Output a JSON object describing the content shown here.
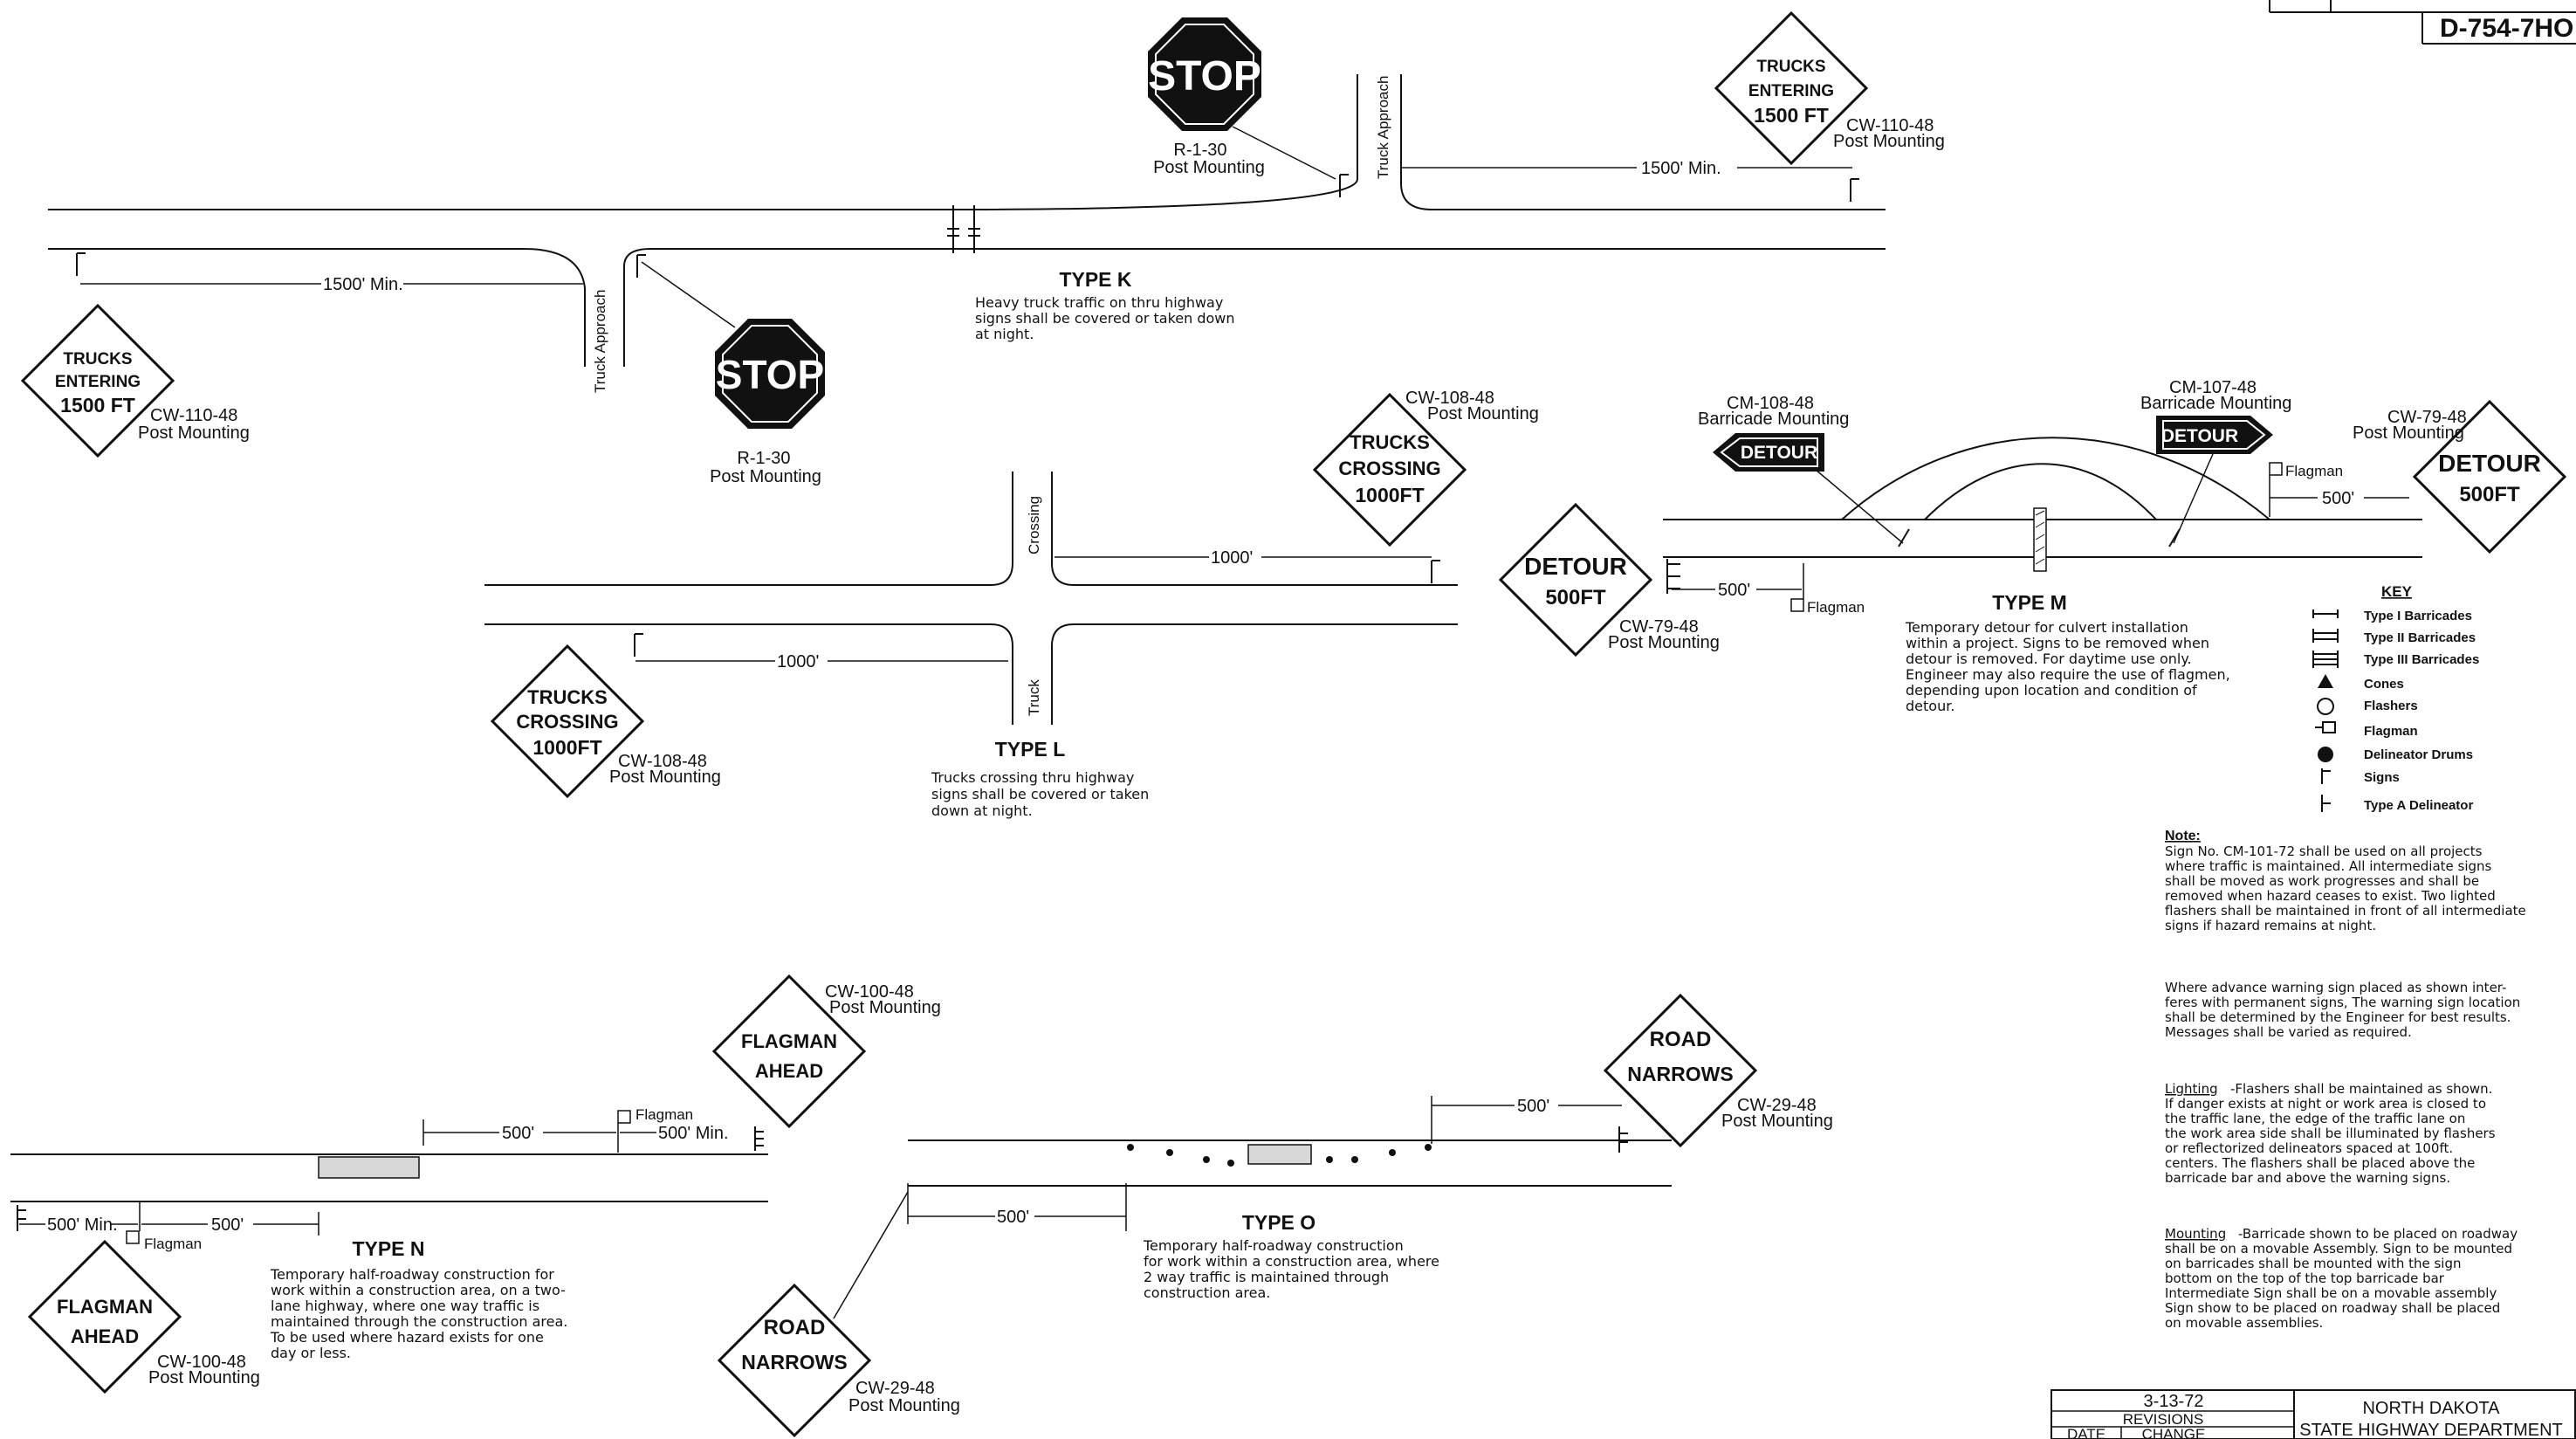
{
  "drawing_no": "D-754-7HO",
  "type_k": {
    "title": "TYPE K",
    "note_lines": [
      "Heavy truck traffic on thru highway",
      "signs shall be covered or taken down",
      "at night."
    ],
    "stop_sign": "STOP",
    "stop_code": "R-1-30",
    "post_mounting": "Post Mounting",
    "trucks_sign": [
      "TRUCKS",
      "ENTERING",
      "1500 FT"
    ],
    "trucks_code": "CW-110-48",
    "dim_min": "1500' Min.",
    "approach_label": "Truck Approach"
  },
  "type_l": {
    "title": "TYPE L",
    "note_lines": [
      "Trucks crossing thru highway",
      "signs shall be covered or taken",
      "down at night."
    ],
    "trucks_sign": [
      "TRUCKS",
      "CROSSING",
      "1000FT"
    ],
    "trucks_code": "CW-108-48",
    "post_mounting": "Post Mounting",
    "dim": "1000'",
    "crossing_label": "Crossing",
    "truck_label": "Truck"
  },
  "type_m": {
    "title": "TYPE M",
    "note_lines": [
      "Temporary detour for culvert installation",
      "within a project. Signs to be removed when",
      "detour is removed. For daytime use only.",
      "Engineer may also require the use of flagmen,",
      "depending upon location and condition of",
      "detour."
    ],
    "detour_sign": [
      "DETOUR",
      "500FT"
    ],
    "detour_code": "CW-79-48",
    "post_mounting": "Post Mounting",
    "arrow_left_code": "CM-108-48",
    "arrow_right_code": "CM-107-48",
    "barricade_mounting": "Barricade Mounting",
    "arrow_label": "DETOUR",
    "flagman": "Flagman",
    "dim": "500'"
  },
  "type_n": {
    "title": "TYPE N",
    "note_lines": [
      "Temporary half-roadway construction for",
      "work within a construction area, on a two-",
      "lane highway, where one way traffic is",
      "maintained through the construction area.",
      "To be used where hazard exists for one",
      "day or less."
    ],
    "flagman_sign": [
      "FLAGMAN",
      "AHEAD"
    ],
    "flagman_code": "CW-100-48",
    "post_mounting": "Post Mounting",
    "flagman": "Flagman",
    "dim": "500'",
    "dim_min": "500' Min."
  },
  "type_o": {
    "title": "TYPE O",
    "note_lines": [
      "Temporary half-roadway construction",
      "for work within a construction area, where",
      "2 way traffic is maintained through",
      "construction area."
    ],
    "road_sign": [
      "ROAD",
      "NARROWS"
    ],
    "road_code": "CW-29-48",
    "post_mounting": "Post Mounting",
    "dim": "500'"
  },
  "key": {
    "title": "KEY",
    "items": [
      "Type I Barricades",
      "Type II Barricades",
      "Type III Barricades",
      "Cones",
      "Flashers",
      "Flagman",
      "Delineator Drums",
      "Signs",
      "Type A Delineator"
    ]
  },
  "notes": {
    "note_label": "Note:",
    "note_lines": [
      "Sign No. CM-101-72 shall be used on all projects",
      "where traffic is maintained. All intermediate signs",
      "shall be moved as work progresses and shall be",
      "removed when hazard ceases to exist. Two lighted",
      "flashers shall be maintained in front of all intermediate",
      "signs if hazard remains at night."
    ],
    "advance_lines": [
      "Where advance warning sign placed as shown inter-",
      "feres with permanent signs, The warning sign location",
      "shall be determined by the Engineer for best results.",
      "Messages shall be varied as required."
    ],
    "lighting_label": "Lighting",
    "lighting_lines": [
      "-Flashers shall be maintained as shown.",
      "If danger exists at night or work area is closed to",
      "the traffic lane, the edge of the traffic lane on",
      "the work area side shall be illuminated by flashers",
      "or reflectorized delineators spaced at 100ft.",
      "centers. The flashers shall be placed above the",
      "barricade bar and above the warning signs."
    ],
    "mounting_label": "Mounting",
    "mounting_lines": [
      "-Barricade shown to be placed on roadway",
      "shall be on a movable Assembly. Sign to be mounted",
      "on barricades shall be mounted with the sign",
      "bottom on the top of the top barricade bar",
      "Intermediate Sign shall be on a movable assembly",
      "Sign show to be placed on roadway shall be placed",
      "on movable assemblies."
    ]
  },
  "title_block": {
    "date": "3-13-72",
    "revisions": "REVISIONS",
    "date_col": "DATE",
    "change_col": "CHANGE",
    "state": "NORTH DAKOTA",
    "department": "STATE HIGHWAY DEPARTMENT"
  }
}
